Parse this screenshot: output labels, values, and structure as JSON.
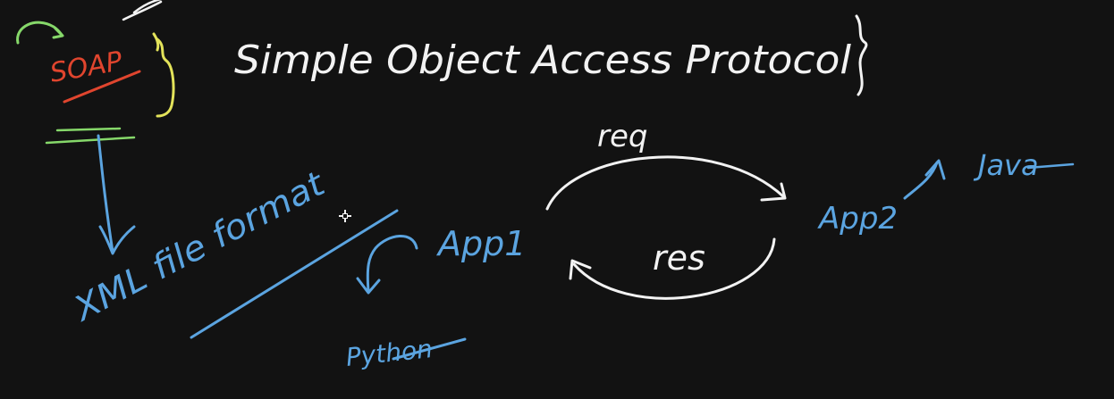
{
  "board": {
    "background": "#121212",
    "colors": {
      "white": "#f2f2f2",
      "blue": "#5ba4e0",
      "red": "#e0452e",
      "yellow": "#e3e35a",
      "green": "#86d86a"
    }
  },
  "notes": {
    "soap": "SOAP",
    "expansion": "Simple Object Access Protocol",
    "format": "XML file format",
    "req": "req",
    "res": "res",
    "app1": "App1",
    "app2": "App2",
    "python": "Python",
    "java": "Java"
  },
  "icons": {
    "cursor": "crosshair-cursor-icon"
  }
}
